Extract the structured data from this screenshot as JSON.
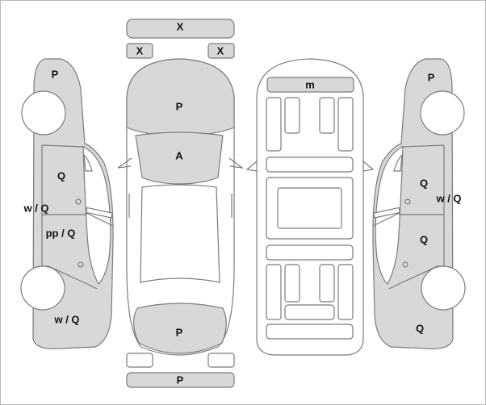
{
  "colors": {
    "panel": "#d8d8d8",
    "line": "#7b7b7b",
    "text": "#111111",
    "frame": "#b9b9b9"
  },
  "parts": {
    "front_bumper": "X",
    "headlight_left": "X",
    "headlight_right": "X",
    "hood": "P",
    "windshield": "A",
    "trunk": "P",
    "rear_bumper": "P",
    "roof": "m",
    "left_front_fender": "P",
    "left_front_door": "Q",
    "left_front_pillar": "w / Q",
    "left_rear_door": "pp / Q",
    "left_rear_quarter": "w / Q",
    "right_front_fender": "P",
    "right_front_door": "Q",
    "right_front_pillar": "w / Q",
    "right_rear_door": "Q",
    "right_rear_quarter": "Q"
  }
}
